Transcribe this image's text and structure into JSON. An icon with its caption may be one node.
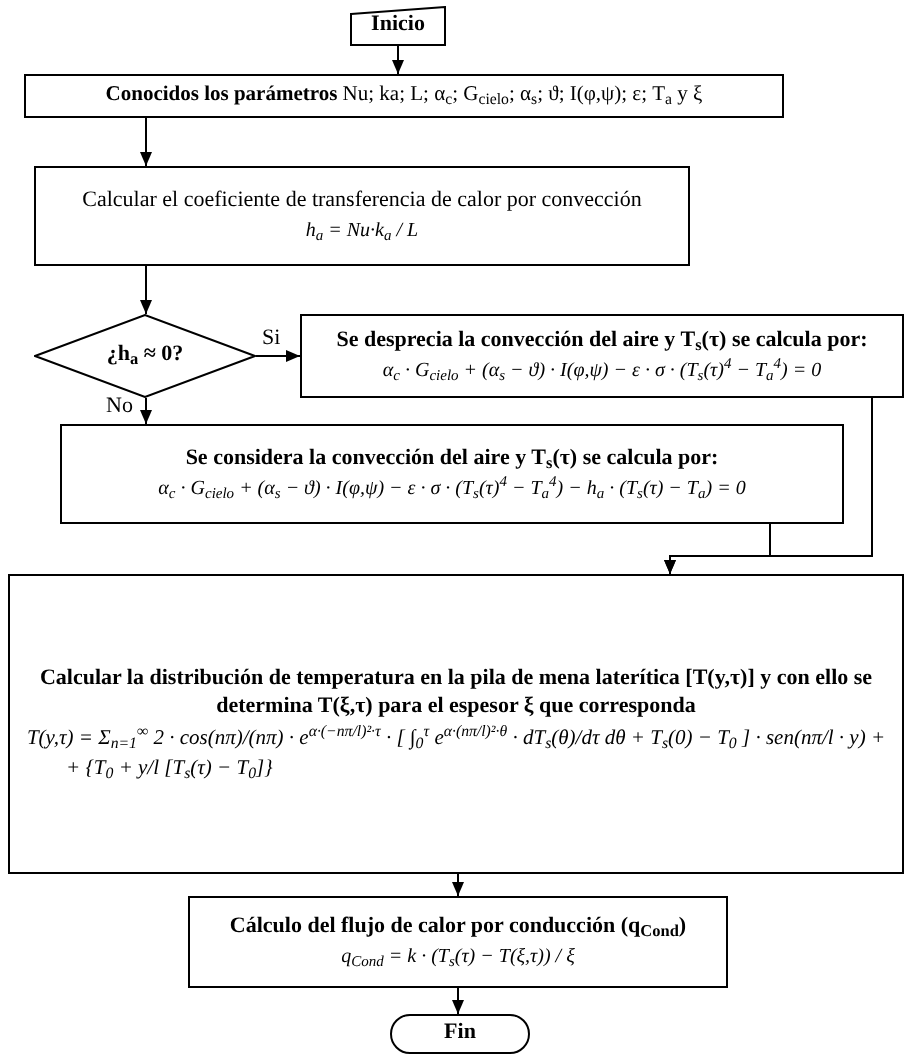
{
  "diagram": {
    "nodes": [
      {
        "text": [
          "Inicio"
        ]
      },
      {
        "text": [
          "**Conocidos los parámetros** Nu; ka; L; α$_{c}$; G$_{cielo}$; α$_{s}$; ϑ; I(φ,ψ); ε; T$_{a}$ y ξ"
        ]
      },
      {
        "text": [
          "Calcular el coeficiente de transferencia de calor por convección",
          "h$_{a}$ = Nu·k$_{a}$ / L"
        ]
      },
      {
        "text": [
          "¿h$_{a}$ ≈ 0?"
        ]
      },
      {
        "text": [
          "Se desprecia la convección del aire y T$_{s}$(τ) se calcula por:",
          "α$_{c}$ · G$_{cielo}$ + (α$_{s}$ − ϑ) · I(φ,ψ) − ε · σ · (T$_{s}$(τ)$^{4}$ − T$_{a}$$^{4}$) = 0"
        ]
      },
      {
        "text": [
          "Se considera la convección del aire y T$_{s}$(τ) se calcula por:",
          "α$_{c}$ · G$_{cielo}$ + (α$_{s}$ − ϑ) · I(φ,ψ) − ε · σ · (T$_{s}$(τ)$^{4}$ − T$_{a}$$^{4}$) − h$_{a}$ · (T$_{s}$(τ) − T$_{a}$) = 0"
        ]
      },
      {
        "text": [
          "Calcular la distribución de temperatura en la pila de mena laterítica [T(y,τ)] y con ello se determina T(ξ,τ) para el espesor ξ que corresponda",
          "T(y,τ) = Σ$_{n=1}$$^{∞}$ 2 · cos(nπ)/(nπ) · e$^{α·(−nπ/l)²·τ}$ · [ ∫$_{0}$$^{τ}$ e$^{α·(nπ/l)²·θ}$ · dT$_{s}$(θ)/dτ dθ + T$_{s}$(0) − T$_{0}$ ] · sen(nπ/l · y) +",
          "+ {T$_{0}$ + y/l [T$_{s}$(τ) − T$_{0}$]}"
        ]
      },
      {
        "text": [
          "Cálculo del flujo de calor por conducción (q$_{Cond}$)",
          "q$_{Cond}$ = k · (T$_{s}$(τ) − T(ξ,τ)) / ξ"
        ]
      },
      {
        "text": [
          "Fin"
        ]
      }
    ],
    "edges": [
      {
        "from": 0,
        "to": 1,
        "arrow": "to"
      },
      {
        "from": 1,
        "to": 2,
        "arrow": "to"
      },
      {
        "from": 2,
        "to": 3,
        "arrow": "to"
      },
      {
        "from": 3,
        "to": 4,
        "arrow": "to",
        "label": "Si"
      },
      {
        "from": 3,
        "to": 5,
        "arrow": "to",
        "label": "No"
      },
      {
        "from": 5,
        "to": 6,
        "arrow": "to"
      },
      {
        "from": 4,
        "to": 6,
        "arrow": "to"
      },
      {
        "from": 6,
        "to": 7,
        "arrow": "to"
      },
      {
        "from": 7,
        "to": 8,
        "arrow": "to"
      }
    ]
  }
}
